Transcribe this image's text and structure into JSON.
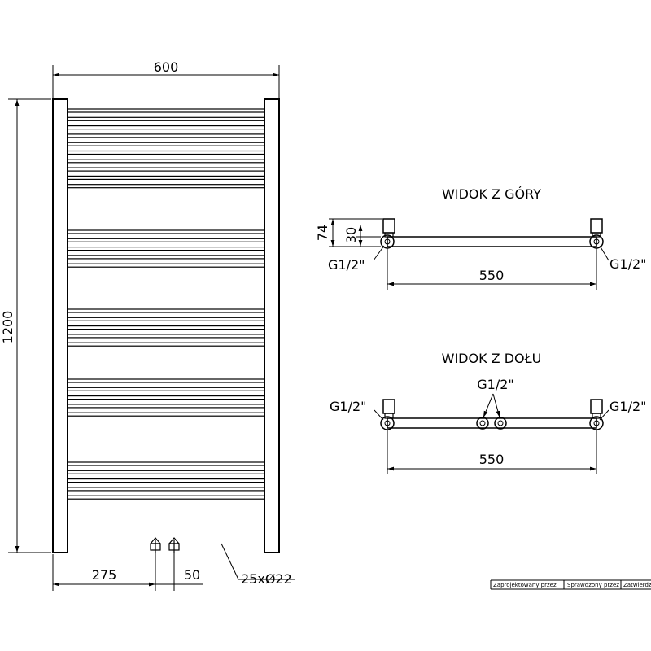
{
  "front_view": {
    "width_label": "600",
    "height_label": "1200",
    "left_offset_label": "275",
    "spacing_label": "50",
    "tubes_label": "25xØ22",
    "tube_count": 25
  },
  "top_view": {
    "title": "WIDOK Z GÓRY",
    "depth_label": "74",
    "axis_label": "30",
    "left_connection": "G1/2\"",
    "right_connection": "G1/2\"",
    "span_label": "550"
  },
  "bottom_view": {
    "title": "WIDOK Z DOŁU",
    "left_connection": "G1/2\"",
    "center_connection": "G1/2\"",
    "right_connection": "G1/2\"",
    "span_label": "550"
  },
  "title_block": {
    "designed_by": "Zaprojektowany przez",
    "checked_by": "Sprawdzony przez",
    "approved_by": "Zatwierdz"
  },
  "colors": {
    "line": "#000000",
    "background": "#ffffff"
  }
}
